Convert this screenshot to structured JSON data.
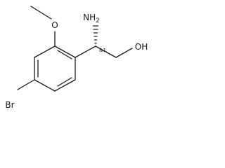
{
  "structure": {
    "atoms": {
      "amine": "NH",
      "amine_sub": "2",
      "hydroxyl": "OH",
      "methoxy_oxygen": "O",
      "bromine": "Br"
    },
    "stereo_label": "&1"
  }
}
